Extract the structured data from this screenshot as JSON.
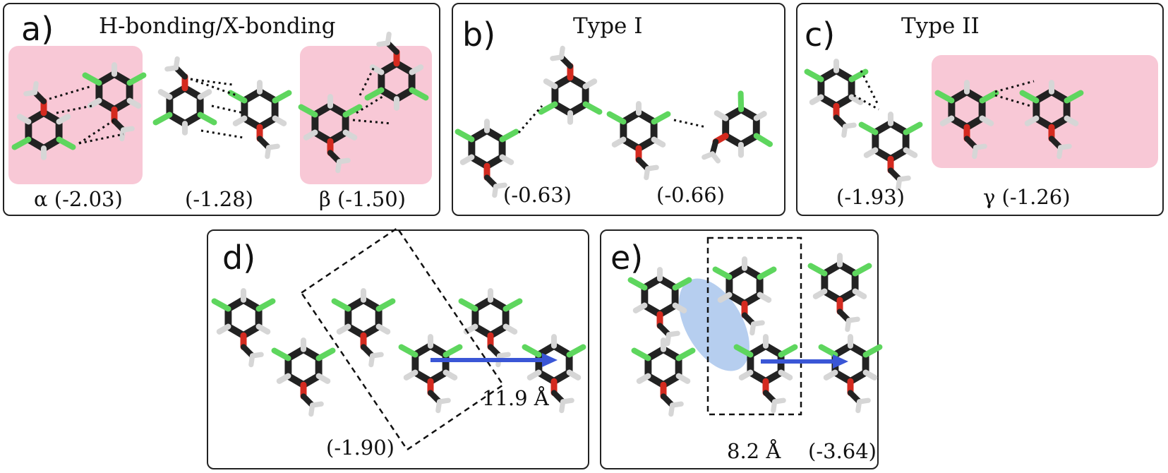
{
  "panels": {
    "a": {
      "letter": "a)",
      "title": "H-bonding/X-bonding",
      "energies": [
        "α (-2.03)",
        "(-1.28)",
        "β (-1.50)"
      ]
    },
    "b": {
      "letter": "b)",
      "title": "Type I",
      "energies": [
        "(-0.63)",
        "(-0.66)"
      ]
    },
    "c": {
      "letter": "c)",
      "title": "Type II",
      "energies": [
        "(-1.93)",
        "γ (-1.26)"
      ]
    },
    "d": {
      "letter": "d)",
      "energy": "(-1.90)",
      "distance": "11.9 Å"
    },
    "e": {
      "letter": "e)",
      "energy": "(-3.64)",
      "distance": "8.2 Å"
    }
  },
  "colors": {
    "carbon": "#222222",
    "oxygen": "#d42a1f",
    "halogen": "#5ed65e",
    "hydrogen": "#d8d8d8",
    "highlight": "#f8c8d6",
    "arrow": "#3a56d6",
    "ellipse": "#a9c6ec"
  }
}
